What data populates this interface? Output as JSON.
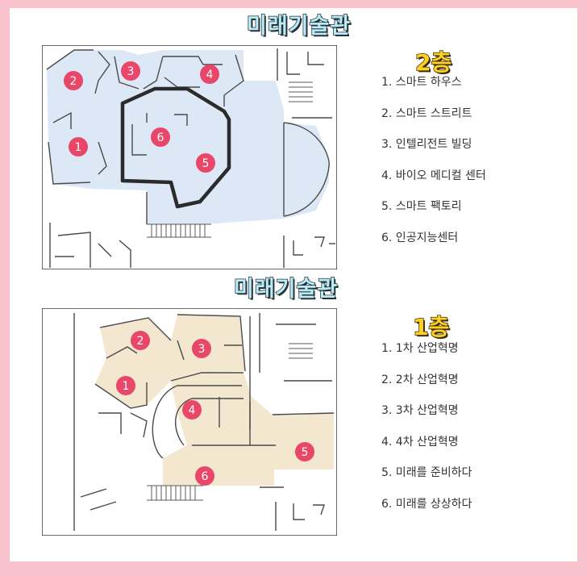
{
  "colors": {
    "border": "#f8c3cd",
    "pin": "#e8476a",
    "floor2_area": "#dde8f6",
    "floor1_area": "#f4e7cf",
    "wall": "#3a3a3a"
  },
  "floor2": {
    "building": "미래기술관",
    "floor": "2층",
    "zones": [
      "1. 스마트 하우스",
      "2. 스마트 스트리트",
      "3. 인텔리전트 빌딩",
      "4. 바이오 메디컬 센터",
      "5. 스마트 팩토리",
      "6. 인공지능센터"
    ],
    "pins": [
      "1",
      "2",
      "3",
      "4",
      "5",
      "6"
    ]
  },
  "floor1": {
    "building": "미래기술관",
    "floor": "1층",
    "zones": [
      "1. 1차 산업혁명",
      "2. 2차 산업혁명",
      "3. 3차 산업혁명",
      "4. 4차 산업혁명",
      "5. 미래를 준비하다",
      "6. 미래를 상상하다"
    ],
    "pins": [
      "1",
      "2",
      "3",
      "4",
      "5",
      "6"
    ]
  }
}
